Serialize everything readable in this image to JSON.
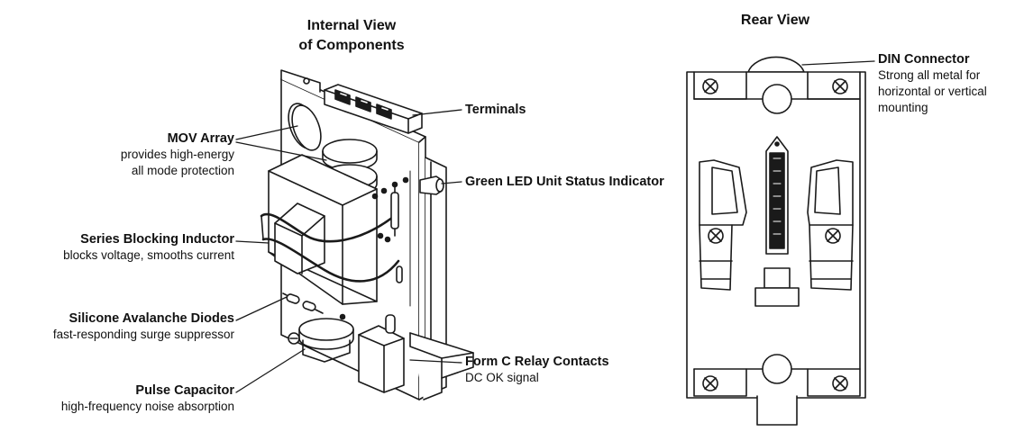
{
  "headings": {
    "internal_line1": "Internal View",
    "internal_line2": "of Components",
    "rear": "Rear View"
  },
  "labels": {
    "terminals": "Terminals",
    "mov_title": "MOV Array",
    "mov_desc1": "provides high-energy",
    "mov_desc2": "all mode protection",
    "led_title": "Green LED Unit Status Indicator",
    "inductor_title": "Series Blocking Inductor",
    "inductor_desc": "blocks voltage, smooths current",
    "diodes_title": "Silicone Avalanche Diodes",
    "diodes_desc": "fast-responding surge suppressor",
    "relay_title": "Form C Relay Contacts",
    "relay_desc": "DC OK signal",
    "capacitor_title": "Pulse Capacitor",
    "capacitor_desc": "high-frequency noise absorption",
    "din_title": "DIN Connector",
    "din_desc1": "Strong all metal for",
    "din_desc2": "horizontal or vertical",
    "din_desc3": "mounting"
  },
  "colors": {
    "line": "#1a1a1a",
    "background": "#ffffff"
  }
}
